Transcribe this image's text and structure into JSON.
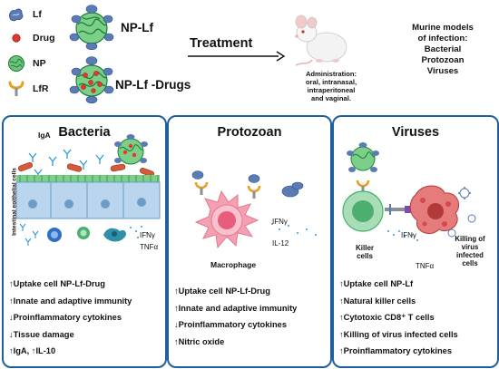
{
  "legend": [
    {
      "label": "Lf",
      "icon": "lactoferrin-icon"
    },
    {
      "label": "Drug",
      "icon": "drug-icon"
    },
    {
      "label": "NP",
      "icon": "nanoparticle-icon"
    },
    {
      "label": "LfR",
      "icon": "lactoferrin-receptor-icon"
    }
  ],
  "constructs": {
    "np_lf": "NP-Lf",
    "np_lf_drugs": "NP-Lf -Drugs"
  },
  "treatment": "Treatment",
  "administration": [
    "Administration:",
    "oral, intranasal,",
    "intraperitoneal",
    "and vaginal."
  ],
  "murine": [
    "Murine models",
    "of infection:",
    "Bacterial",
    "Protozoan",
    "Viruses"
  ],
  "bacteria": {
    "title": "Bacteria",
    "iga": "IgA",
    "side_label": "Intestinal epithelial cells",
    "ifn": "IFNγ",
    "tnf": "TNFα",
    "findings": [
      "↑Uptake cell NP-Lf-Drug",
      "↑Innate and adaptive immunity",
      "↓Proinflammatory cytokines",
      "↓Tissue damage",
      "↑IgA, ↑IL-10"
    ]
  },
  "protozoan": {
    "title": "Protozoan",
    "ifn": "IFNγ",
    "il12": "IL-12",
    "macrophage": "Macrophage",
    "findings": [
      "↑Uptake cell NP-Lf-Drug",
      "↑Innate and adaptive immunity",
      "↓Proinflammatory cytokines",
      "↑Nitric oxide"
    ]
  },
  "viruses": {
    "title": "Viruses",
    "killer": [
      "Killer",
      "cells"
    ],
    "ifn": "IFNγ",
    "tnf": "TNFα",
    "killing": [
      "Killing of",
      "virus",
      "infected",
      "cells"
    ],
    "findings": [
      "↑Uptake cell NP-Lf",
      "↑Natural killer cells",
      "↑Cytotoxic CD8⁺ T cells",
      "↑Killing of virus infected cells",
      "↑Proinflammatory cytokines"
    ]
  },
  "colors": {
    "panel_border": "#1f5f9e",
    "np_green": "#3aa655",
    "lf_blue": "#5b7bb5",
    "drug_red": "#e03a2f",
    "receptor_orange": "#e8a020",
    "macrophage_pink": "#f4a0b0",
    "killer_green": "#4caf70",
    "infected_red": "#d24a4a",
    "epithelial_blue": "#b9d6ee"
  }
}
